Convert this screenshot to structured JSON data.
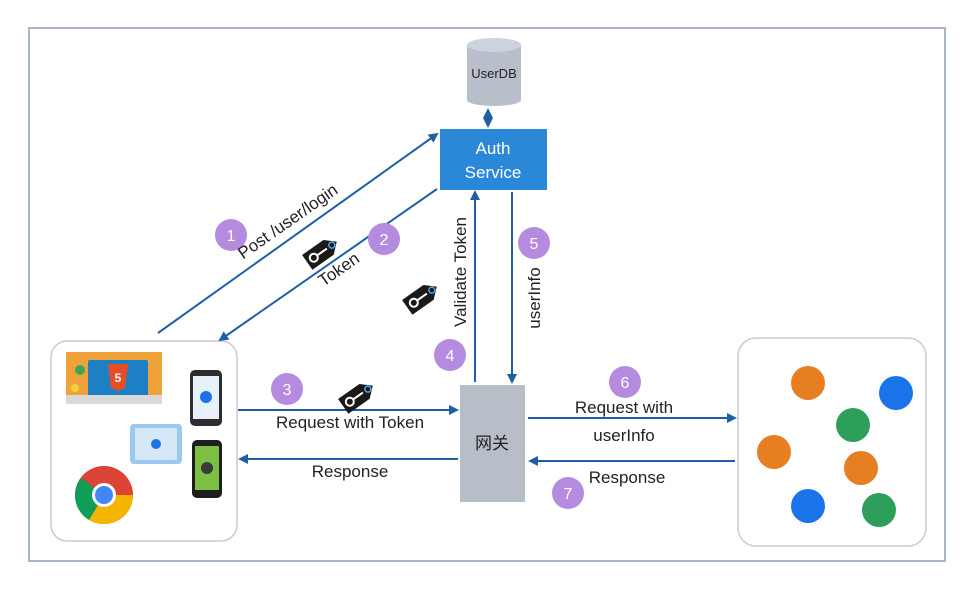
{
  "diagram": {
    "db_label": "UserDB",
    "auth_label_line1": "Auth",
    "auth_label_line2": "Service",
    "gateway_label": "网关",
    "steps": {
      "s1": {
        "num": "1",
        "label": "Post /user/login"
      },
      "s2": {
        "num": "2",
        "label": "Token"
      },
      "s3": {
        "num": "3",
        "label": "Request with Token"
      },
      "s4": {
        "num": "4",
        "label": "Validate Token"
      },
      "s5": {
        "num": "5",
        "label": "userInfo"
      },
      "s6": {
        "num": "6",
        "label_line1": "Request with",
        "label_line2": "userInfo"
      },
      "s7": {
        "num": "7",
        "label": "Response"
      }
    },
    "gateway_to_client_label": "Response"
  },
  "colors": {
    "arrow": "#1f5fa8",
    "auth_box": "#2b88d8",
    "gateway_box": "#b7bec8",
    "badge": "#b58be0",
    "service_orange": "#e67e22",
    "service_blue": "#1a73e8",
    "service_green": "#2e9e5b"
  }
}
